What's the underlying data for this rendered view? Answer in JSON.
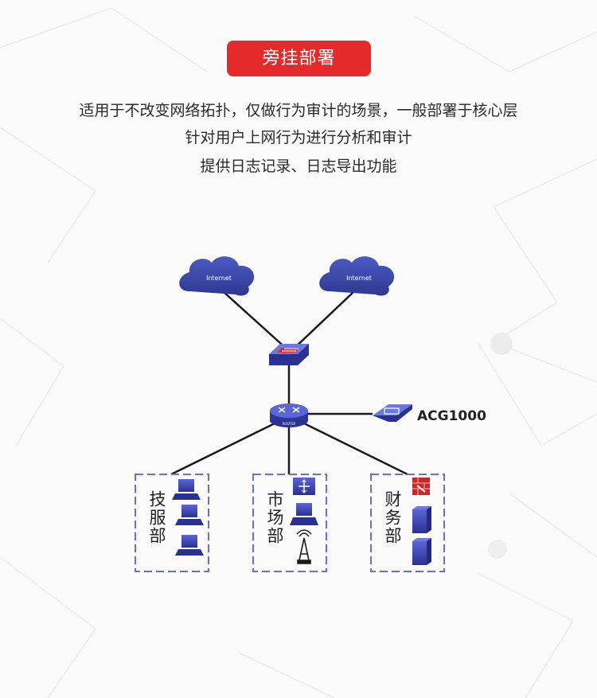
{
  "header": {
    "title": "旁挂部署"
  },
  "description": {
    "line1": "适用于不改变网络拓扑，仅做行为审计的场景，一般部署于核心层",
    "line2": "针对用户上网行为进行分析和审计",
    "line3": "提供日志记录、日志导出功能"
  },
  "diagram": {
    "clouds": [
      {
        "label": "Internet"
      },
      {
        "label": "Internet"
      }
    ],
    "router_label": "ROUTER",
    "acg_label": "ACG1000",
    "groups": [
      {
        "label": "技服部",
        "devices": [
          "computer",
          "computer",
          "computer"
        ]
      },
      {
        "label": "市场部",
        "devices": [
          "switch",
          "computer",
          "wireless-antenna"
        ]
      },
      {
        "label": "财务部",
        "devices": [
          "firewall",
          "server",
          "server"
        ]
      }
    ],
    "colors": {
      "accent": "#e42a2a",
      "device_blue": "#3b44b0",
      "group_border": "#6b6fd1",
      "cloud": "#3c4aa8"
    }
  }
}
